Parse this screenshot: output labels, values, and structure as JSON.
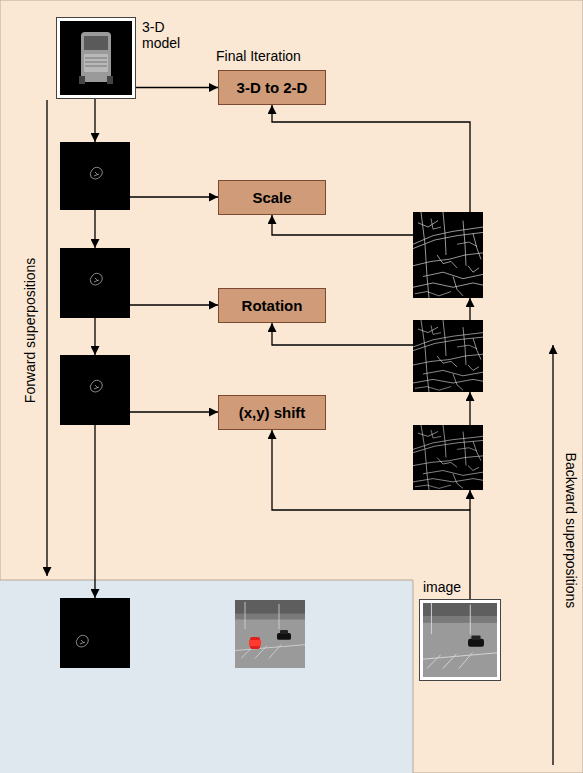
{
  "diagram": {
    "nodes": [
      {
        "text": [
          "3-D model"
        ]
      },
      {
        "text": [
          "3-D to 2-D"
        ]
      },
      {
        "text": [
          "Scale"
        ]
      },
      {
        "text": [
          "Rotation"
        ]
      },
      {
        "text": [
          "(x,y) shift"
        ]
      },
      {
        "text": [
          "image"
        ]
      }
    ],
    "edges": [
      {
        "from": 0,
        "to": 1,
        "arrow": "to"
      },
      {
        "from": 5,
        "to": 4,
        "arrow": "to"
      }
    ],
    "labels": [
      "Final Iteration",
      "Forward superpositions",
      "Backward superpositions"
    ]
  }
}
